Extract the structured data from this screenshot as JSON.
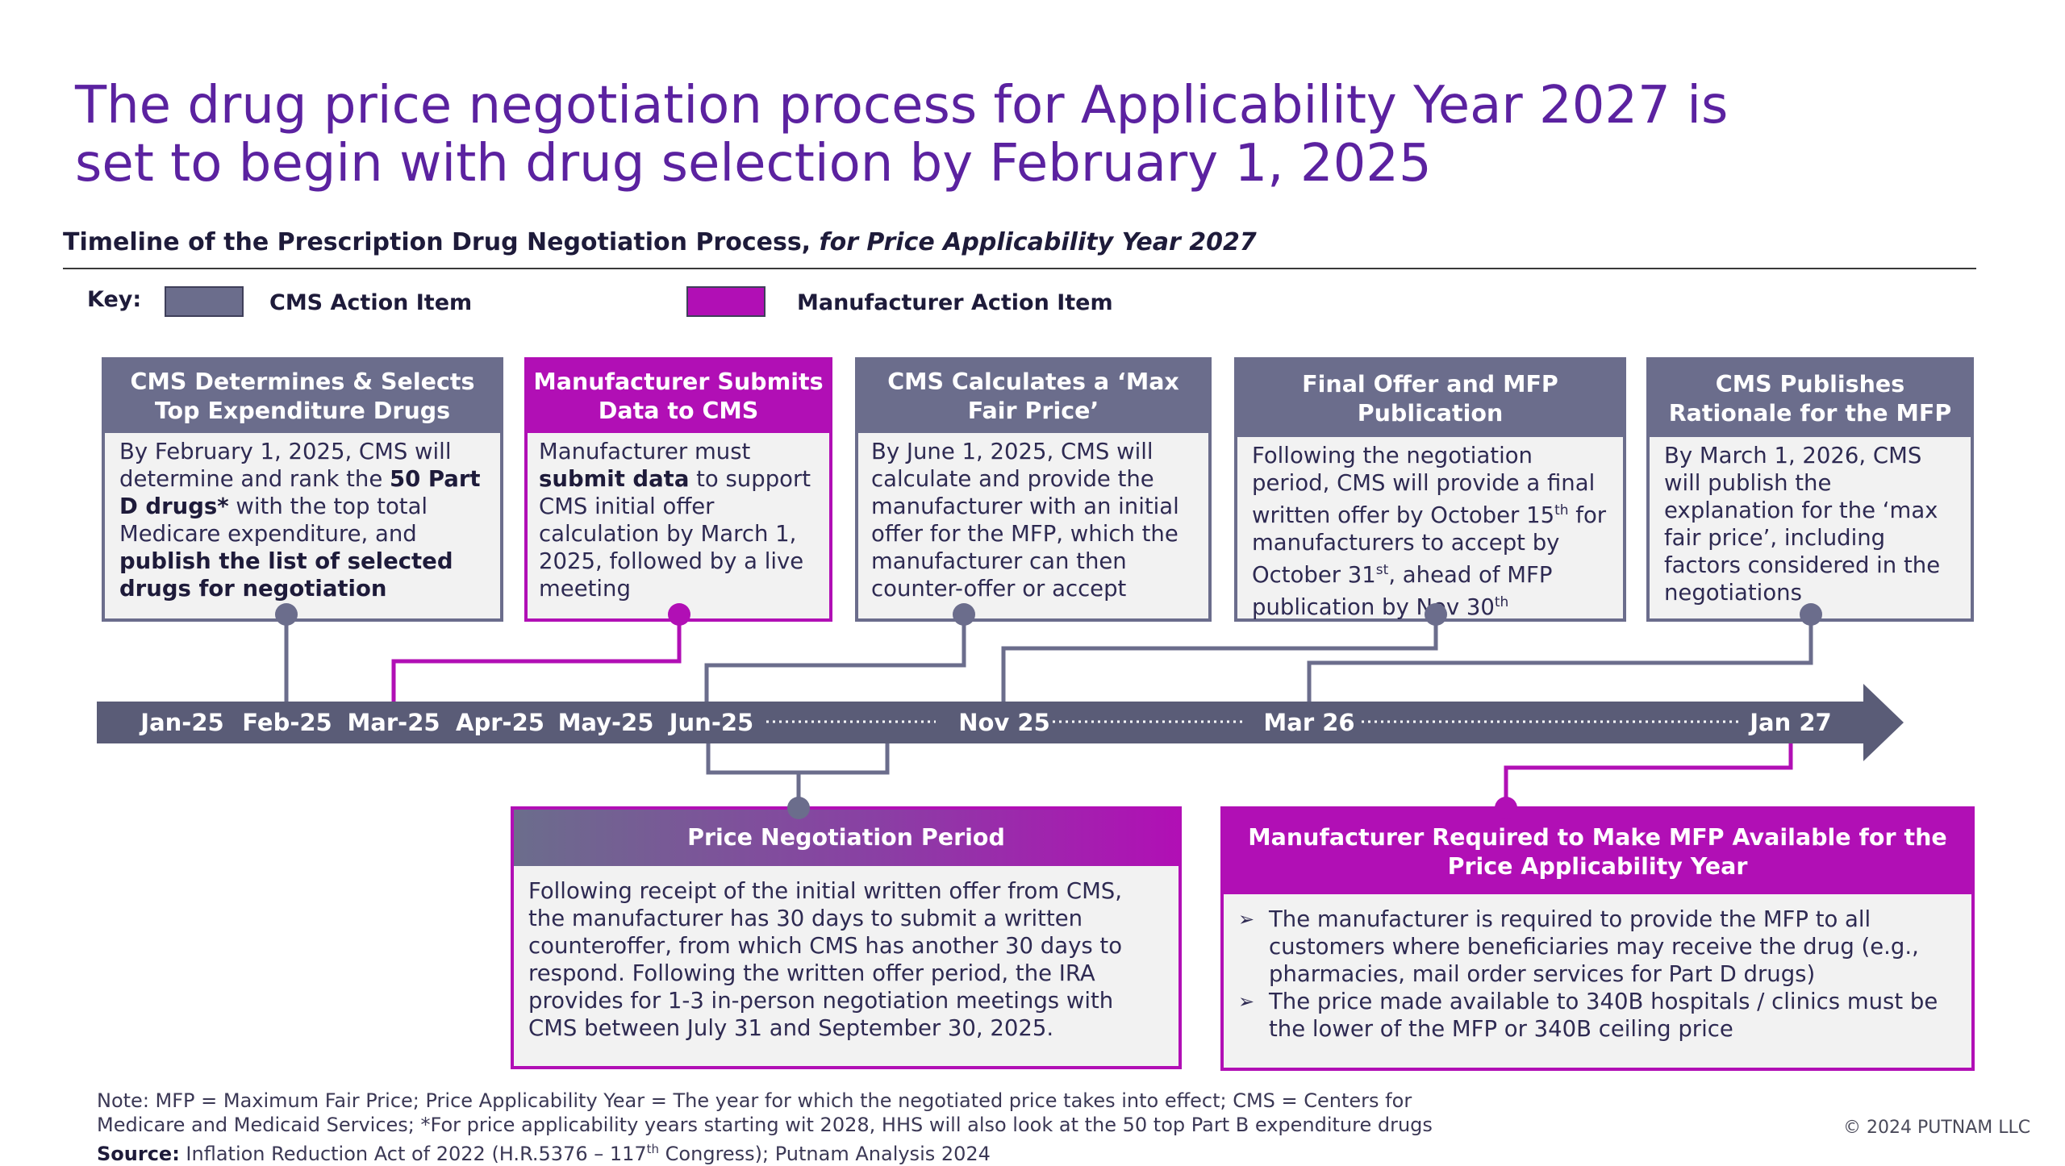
{
  "title": "The drug price negotiation process for Applicability Year 2027 is set to begin with drug selection by February 1, 2025",
  "subtitle": {
    "main": "Timeline of the Prescription Drug Negotiation Process,",
    "italic": "for Price Applicability Year 2027"
  },
  "key": {
    "label": "Key:",
    "cms_label": "CMS Action Item",
    "mfr_label": "Manufacturer Action Item",
    "cms_color": "#6b6d8c",
    "mfr_color": "#b10fb5"
  },
  "boxes": {
    "b1": {
      "header": "CMS Determines & Selects Top Expenditure Drugs",
      "p1": "By February 1, 2025, CMS will determine and rank the ",
      "s1": "50 Part D drugs*",
      "p2": " with the top total Medicare expenditure, and ",
      "s2": "publish the list of selected drugs for negotiation"
    },
    "b2": {
      "header": "Manufacturer Submits Data to CMS",
      "p1": "Manufacturer must ",
      "s1": "submit data",
      "p2": " to support CMS initial offer calculation by March 1, 2025, followed by a live meeting"
    },
    "b3": {
      "header": "CMS Calculates a ‘Max Fair Price’",
      "body": "By June 1, 2025, CMS will calculate and provide the manufacturer with an initial offer for the MFP, which the manufacturer can then counter-offer or accept"
    },
    "b4": {
      "header": "Final Offer and MFP Publication",
      "p1": "Following the negotiation period, CMS will provide a final written offer by October 15",
      "sup1": "th",
      "p2": " for manufacturers to accept by October 31",
      "sup2": "st",
      "p3": ", ahead of MFP publication by Nov 30",
      "sup3": "th"
    },
    "b5": {
      "header": "CMS Publishes Rationale for the MFP",
      "body": "By March 1, 2026, CMS will publish the explanation for the ‘max fair price’, including factors considered in the negotiations"
    },
    "b6": {
      "header": "Price Negotiation Period",
      "body": "Following receipt of the initial written offer from CMS, the manufacturer has 30 days to submit a written counteroffer, from which CMS has another 30 days to respond. Following the written offer period, the IRA provides for 1-3 in-person negotiation meetings with CMS between July 31 and September 30, 2025."
    },
    "b7": {
      "header": "Manufacturer Required to Make MFP Available for the Price Applicability Year",
      "bullets": [
        "The manufacturer is required to provide the MFP to all customers where beneficiaries may receive the drug (e.g., pharmacies, mail order services for Part D drugs)",
        "The price made available to 340B hospitals / clinics must be the lower of the MFP or 340B ceiling price"
      ]
    }
  },
  "timeline": {
    "labels": [
      "Jan-25",
      "Feb-25",
      "Mar-25",
      "Apr-25",
      "May-25",
      "Jun-25",
      "Nov 25",
      "Mar 26",
      "Jan 27"
    ]
  },
  "footer": {
    "note1": "Note: MFP = Maximum Fair Price; Price Applicability Year = The year for which the negotiated price takes into effect; CMS = Centers for",
    "note2": "Medicare and Medicaid Services; *For price applicability years starting wit 2028, HHS will also look at the 50 top Part B expenditure drugs",
    "source_label": "Source:",
    "source_text": " Inflation Reduction Act of 2022 (H.R.5376 – 117",
    "source_sup": "th",
    "source_end": " Congress); Putnam Analysis 2024",
    "copyright": "© 2024 PUTNAM LLC"
  }
}
